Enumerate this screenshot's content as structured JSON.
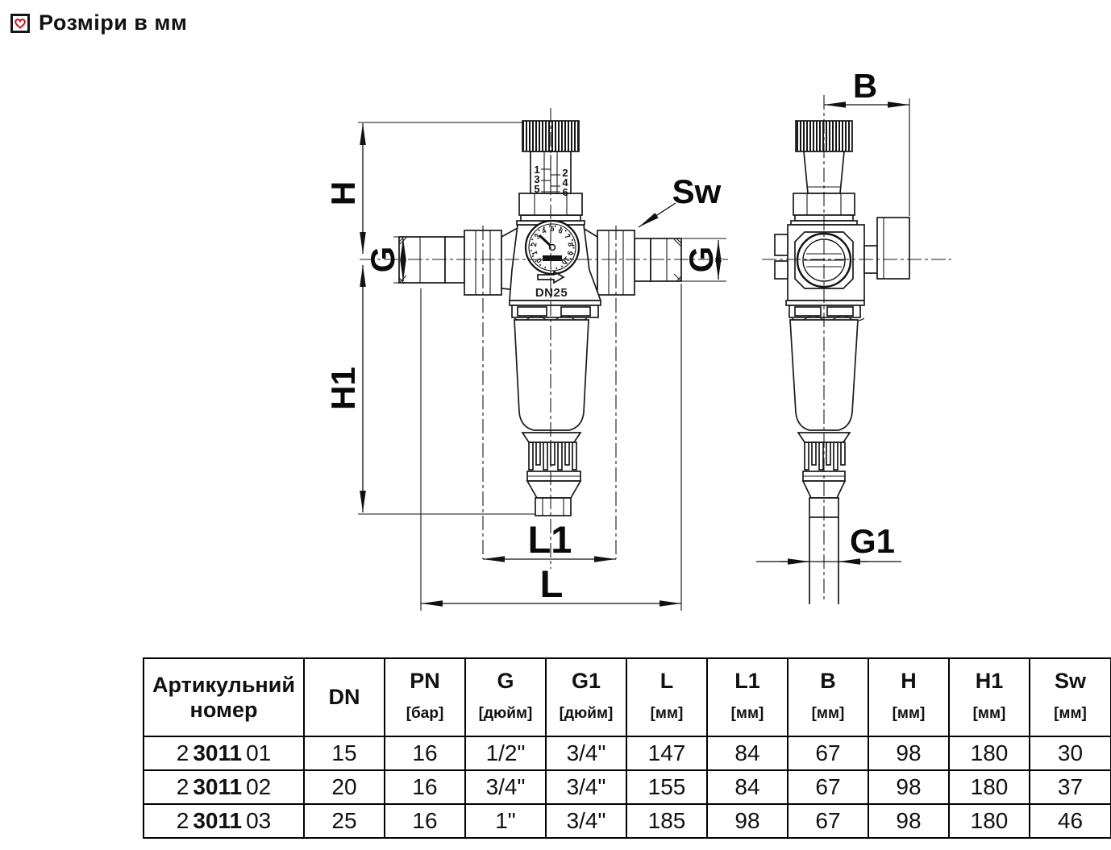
{
  "header": {
    "note": "Розміри в мм",
    "accent_color": "#cc1111"
  },
  "front_view": {
    "body_label": "DN25",
    "scale_left": [
      "1",
      "3",
      "5"
    ],
    "scale_right": [
      "2",
      "4",
      "6"
    ],
    "gauge": [
      "0",
      "1",
      "2",
      "3",
      "4",
      "5",
      "6",
      "7",
      "8",
      "9",
      "10"
    ],
    "dims": {
      "h": "H",
      "h1": "H1",
      "g_in": "G",
      "g_out": "G",
      "sw": "Sw",
      "l1": "L1",
      "l": "L"
    }
  },
  "side_view": {
    "dims": {
      "b": "B",
      "g1": "G1"
    }
  },
  "spec_table": {
    "headers": [
      {
        "label": "Артикульний номер",
        "unit": ""
      },
      {
        "label": "DN",
        "unit": ""
      },
      {
        "label": "PN",
        "unit": "[бар]"
      },
      {
        "label": "G",
        "unit": "[дюйм]"
      },
      {
        "label": "G1",
        "unit": "[дюйм]"
      },
      {
        "label": "L",
        "unit": "[мм]"
      },
      {
        "label": "L1",
        "unit": "[мм]"
      },
      {
        "label": "B",
        "unit": "[мм]"
      },
      {
        "label": "H",
        "unit": "[мм]"
      },
      {
        "label": "H1",
        "unit": "[мм]"
      },
      {
        "label": "Sw",
        "unit": "[мм]"
      }
    ],
    "rows": [
      {
        "article": {
          "prefix": "2",
          "bold": "3011",
          "suffix": "01"
        },
        "values": [
          "15",
          "16",
          "1/2\"",
          "3/4\"",
          "147",
          "84",
          "67",
          "98",
          "180",
          "30"
        ]
      },
      {
        "article": {
          "prefix": "2",
          "bold": "3011",
          "suffix": "02"
        },
        "values": [
          "20",
          "16",
          "3/4\"",
          "3/4\"",
          "155",
          "84",
          "67",
          "98",
          "180",
          "37"
        ]
      },
      {
        "article": {
          "prefix": "2",
          "bold": "3011",
          "suffix": "03"
        },
        "values": [
          "25",
          "16",
          "1\"",
          "3/4\"",
          "185",
          "98",
          "67",
          "98",
          "180",
          "46"
        ]
      }
    ]
  }
}
